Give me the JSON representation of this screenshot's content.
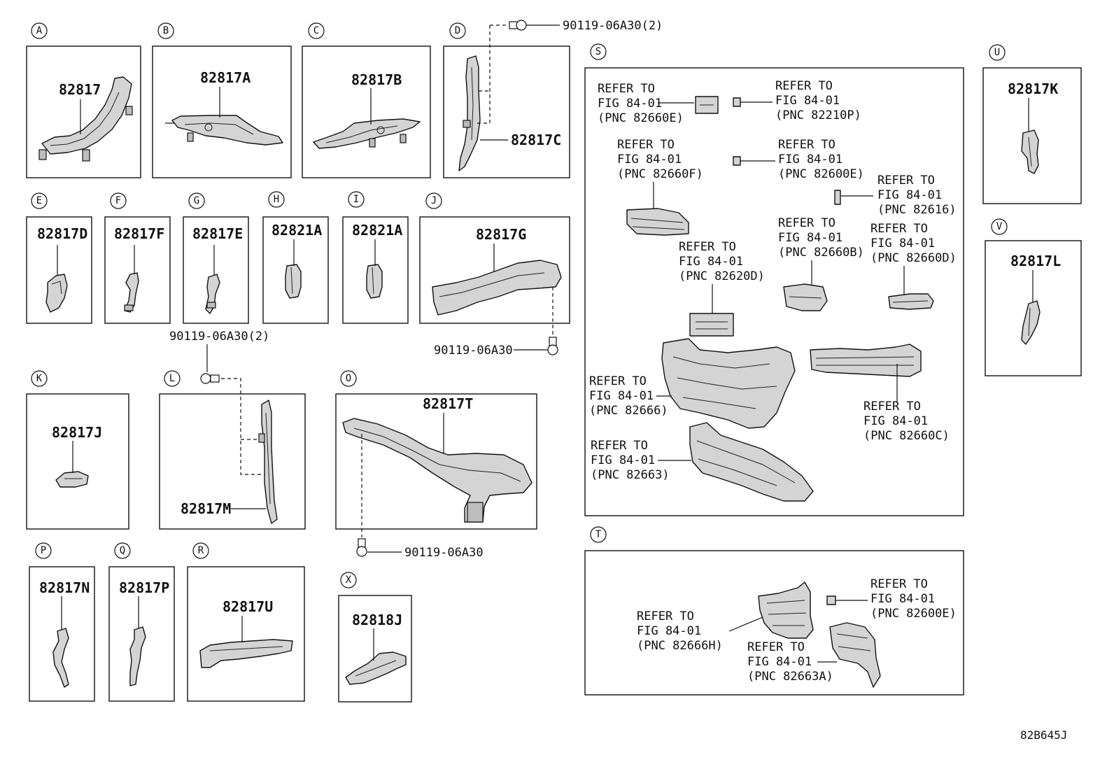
{
  "sections": [
    {
      "letter": "A",
      "label": "82817"
    },
    {
      "letter": "B",
      "label": "82817A"
    },
    {
      "letter": "C",
      "label": "82817B"
    },
    {
      "letter": "D",
      "label": "82817C"
    },
    {
      "letter": "E",
      "label": "82817D"
    },
    {
      "letter": "F",
      "label": "82817F"
    },
    {
      "letter": "G",
      "label": "82817E"
    },
    {
      "letter": "H",
      "label": "82821A"
    },
    {
      "letter": "I",
      "label": "82821A"
    },
    {
      "letter": "J",
      "label": "82817G"
    },
    {
      "letter": "K",
      "label": "82817J"
    },
    {
      "letter": "L",
      "label": "82817M"
    },
    {
      "letter": "O",
      "label": "82817T"
    },
    {
      "letter": "P",
      "label": "82817N"
    },
    {
      "letter": "Q",
      "label": "82817P"
    },
    {
      "letter": "R",
      "label": "82817U"
    },
    {
      "letter": "S",
      "label": ""
    },
    {
      "letter": "T",
      "label": ""
    },
    {
      "letter": "U",
      "label": "82817K"
    },
    {
      "letter": "V",
      "label": "82817L"
    },
    {
      "letter": "X",
      "label": "82818J"
    }
  ],
  "fasteners": {
    "d_bolt": "90119-06A30(2)",
    "j_bolt": "90119-06A30",
    "l_bolt": "90119-06A30(2)",
    "o_bolt": "90119-06A30"
  },
  "refer": {
    "line1": "REFER TO",
    "line2": "FIG 84-01",
    "s_items": [
      "(PNC 82660E)",
      "(PNC 82210P)",
      "(PNC 82660F)",
      "(PNC 82600E)",
      "(PNC 82616)",
      "(PNC 82660B)",
      "(PNC 82660D)",
      "(PNC 82620D)",
      "(PNC 82666)",
      "(PNC 82663)",
      "(PNC 82660C)"
    ],
    "t_items": [
      "(PNC 82600E)",
      "(PNC 82666H)",
      "(PNC 82663A)"
    ]
  },
  "sheet_code": "82B645J"
}
